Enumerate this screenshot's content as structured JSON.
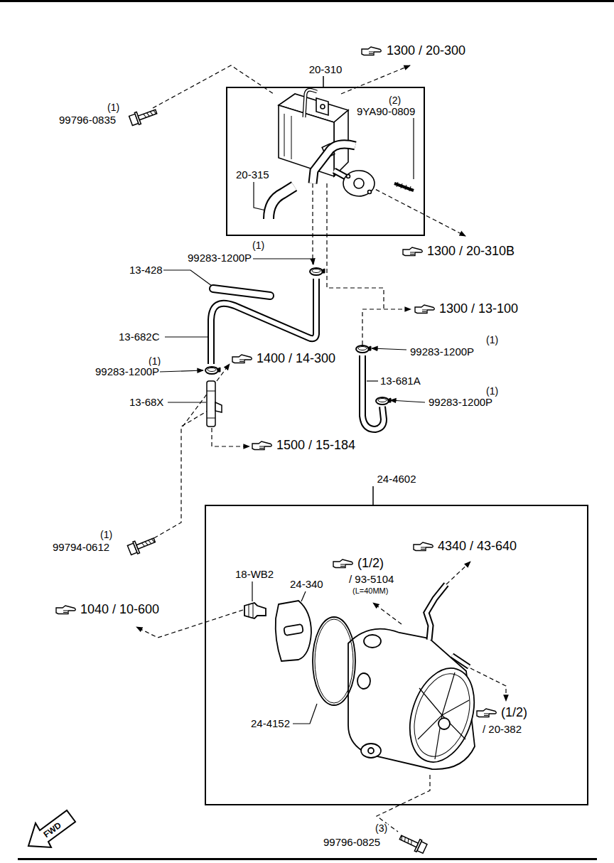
{
  "diagram": {
    "nodes": [
      {
        "text": [
          "20-310"
        ]
      },
      {
        "text": [
          "24-4602"
        ]
      }
    ],
    "labels": [
      "1300 / 20-300",
      "(1)",
      "99796-0835",
      "(2)",
      "9YA90-0809",
      "20-315",
      "1300 / 20-310B",
      "(1)",
      "99283-1200P",
      "13-428",
      "13-682C",
      "(1)",
      "99283-1200P",
      "1400 / 14-300",
      "13-68X",
      "1500 / 15-184",
      "1300 / 13-100",
      "(1)",
      "99283-1200P",
      "13-681A",
      "(1)",
      "99283-1200P",
      "(1)",
      "99794-0612",
      "4340 / 43-640",
      "18-WB2",
      "24-340",
      "(1/2)",
      "/ 93-5104",
      "(L=40MM)",
      "1040 / 10-600",
      "24-4152",
      "(1/2)",
      "/ 20-382",
      "(3)",
      "99796-0825",
      "FWD"
    ]
  }
}
